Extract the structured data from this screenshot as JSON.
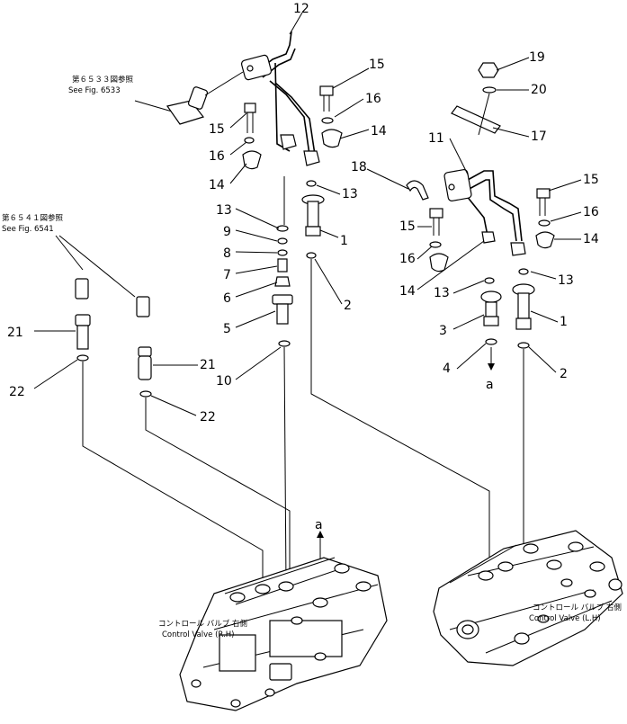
{
  "callouts": {
    "c12": "12",
    "c15a": "15",
    "c16a": "16",
    "c14a": "14",
    "c15b": "15",
    "c16b": "16",
    "c14b": "14",
    "c13a": "13",
    "c9": "9",
    "c8": "8",
    "c7": "7",
    "c6": "6",
    "c5": "5",
    "c10": "10",
    "c13b": "13",
    "c1a": "1",
    "c2a": "2",
    "c19": "19",
    "c20": "20",
    "c17": "17",
    "c11": "11",
    "c18": "18",
    "c15c": "15",
    "c16c": "16",
    "c14c": "14",
    "c15d": "15",
    "c16d": "16",
    "c14d": "14",
    "c13c": "13",
    "c13d": "13",
    "c3": "3",
    "c1b": "1",
    "c4": "4",
    "c2b": "2",
    "ca1": "a",
    "c21a": "21",
    "c21b": "21",
    "c22a": "22",
    "c22b": "22",
    "ca2": "a"
  },
  "references": {
    "ref6533_jp": "第６５３３図参照",
    "ref6533_en": "See Fig. 6533",
    "ref6541_jp": "第６５４１図参照",
    "ref6541_en": "See Fig. 6541"
  },
  "valves": {
    "rh_jp": "コントロール バルブ 右側",
    "rh_en": "Control Valve (R.H)",
    "lh_jp": "コントロール バルブ 右側",
    "lh_en": "Control Valve (L.H)"
  }
}
